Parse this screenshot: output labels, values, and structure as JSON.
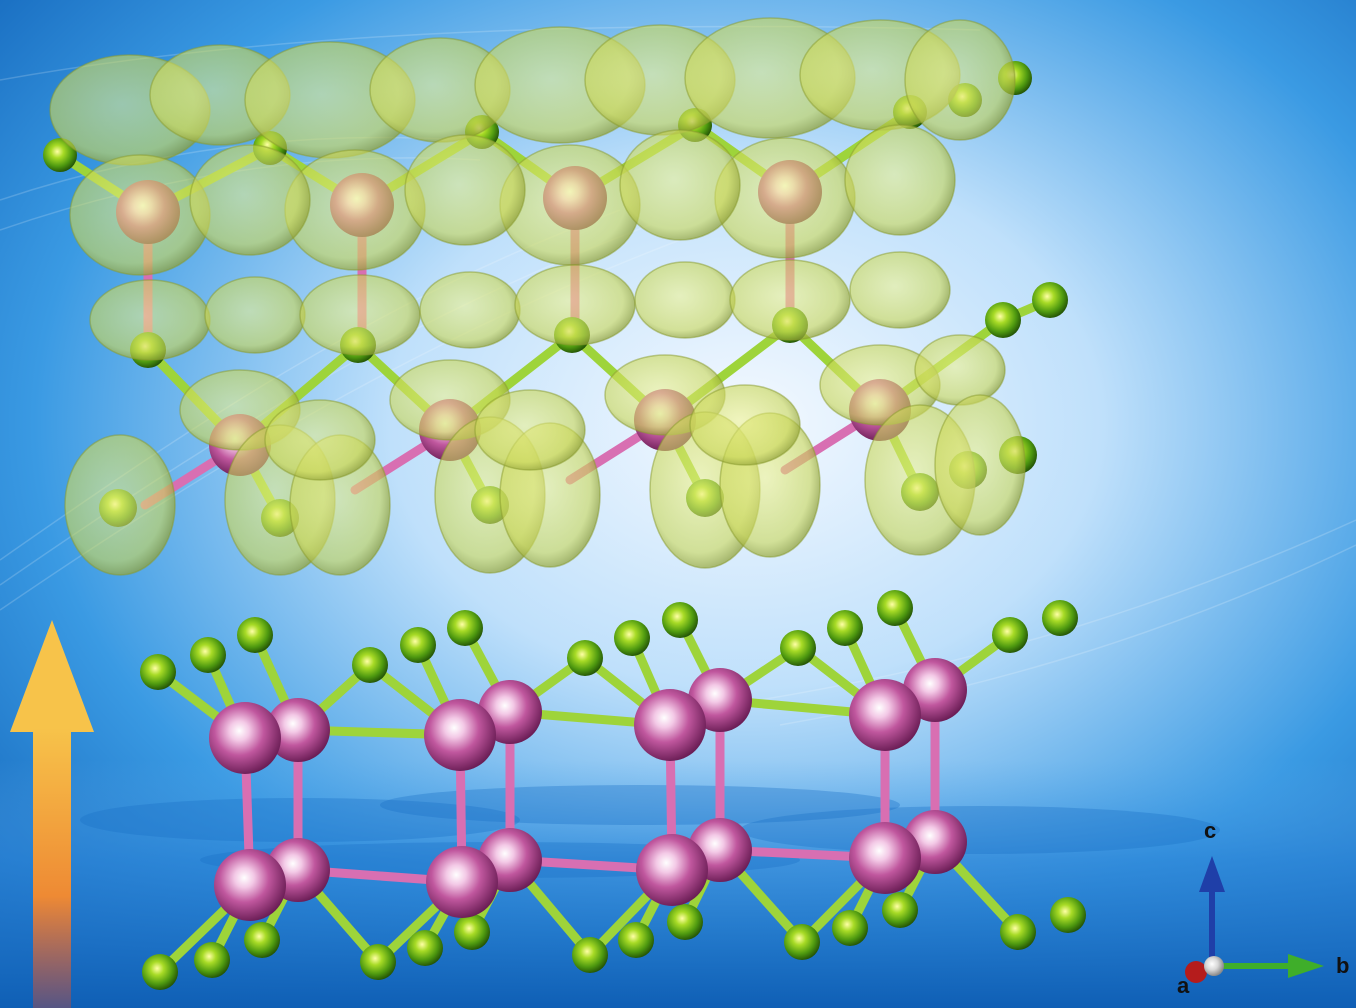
{
  "axes": {
    "c_label": "c",
    "b_label": "b",
    "a_label": "a",
    "c_color": "#1f3fa8",
    "b_color": "#3fae2a",
    "a_color": "#b51c1c"
  },
  "colors": {
    "metal_atom": "#c0579e",
    "halogen_atom": "#8ecb1e",
    "bond_metal": "#d86fb2",
    "bond_halogen": "#9ed43a",
    "isosurface": "#d8e46a",
    "arrow_top": "#f7c34a",
    "arrow_bottom": "#e2622a",
    "background_light": "#eef6ff",
    "background_dark": "#1670c4"
  }
}
